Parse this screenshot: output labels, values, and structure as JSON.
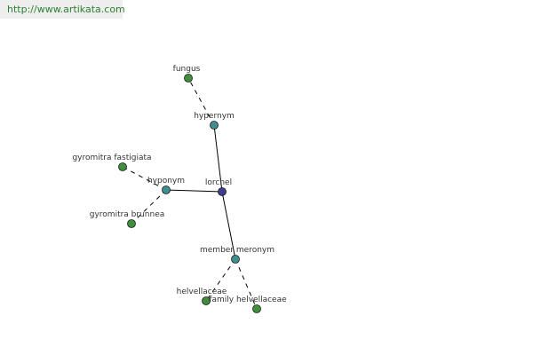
{
  "header": {
    "url": "http://www.artikata.com"
  },
  "colors": {
    "root": "#3f3f8f",
    "relation": "#3f8f8f",
    "term": "#3f8f3f",
    "edge": "#000000",
    "url_text": "#2e7d32",
    "url_bg": "#eeeeee"
  },
  "graph": {
    "nodes": [
      {
        "id": "lorchel",
        "label": "lorchel",
        "kind": "root"
      },
      {
        "id": "hypernym",
        "label": "hypernym",
        "kind": "relation"
      },
      {
        "id": "hyponym",
        "label": "hyponym",
        "kind": "relation"
      },
      {
        "id": "member_meronym",
        "label": "member meronym",
        "kind": "relation"
      },
      {
        "id": "fungus",
        "label": "fungus",
        "kind": "term"
      },
      {
        "id": "gyromitra_fastigiata",
        "label": "gyromitra fastigiata",
        "kind": "term"
      },
      {
        "id": "gyromitra_brunnea",
        "label": "gyromitra brunnea",
        "kind": "term"
      },
      {
        "id": "helvellaceae",
        "label": "helvellaceae",
        "kind": "term"
      },
      {
        "id": "family_helvellaceae",
        "label": "family helvellaceae",
        "kind": "term"
      }
    ],
    "edges": [
      {
        "from": "lorchel",
        "to": "hypernym",
        "style": "solid"
      },
      {
        "from": "lorchel",
        "to": "hyponym",
        "style": "solid"
      },
      {
        "from": "lorchel",
        "to": "member_meronym",
        "style": "solid"
      },
      {
        "from": "hypernym",
        "to": "fungus",
        "style": "dashed"
      },
      {
        "from": "hyponym",
        "to": "gyromitra_fastigiata",
        "style": "dashed"
      },
      {
        "from": "hyponym",
        "to": "gyromitra_brunnea",
        "style": "dashed"
      },
      {
        "from": "member_meronym",
        "to": "helvellaceae",
        "style": "dashed"
      },
      {
        "from": "member_meronym",
        "to": "family_helvellaceae",
        "style": "dashed"
      }
    ]
  }
}
